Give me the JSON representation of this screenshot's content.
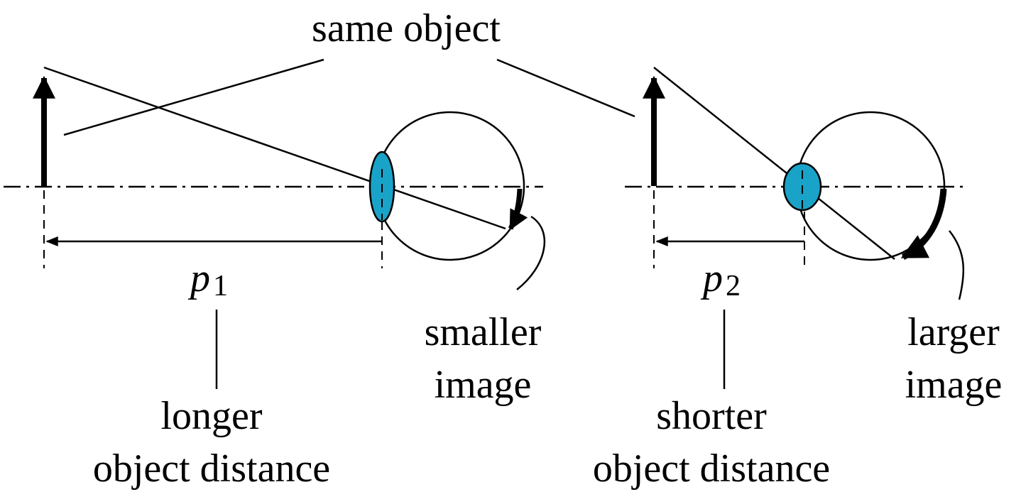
{
  "labels": {
    "same_object": "same object",
    "p1_symbol": "p",
    "p1_subscript": "1",
    "p2_symbol": "p",
    "p2_subscript": "2",
    "left_image_line1": "smaller",
    "left_image_line2": "image",
    "right_image_line1": "larger",
    "right_image_line2": "image",
    "left_distance_line1": "longer",
    "left_distance_line2": "object distance",
    "right_distance_line1": "shorter",
    "right_distance_line2": "object distance"
  },
  "colors": {
    "lens": "#1aa3c8",
    "ink": "#000000"
  }
}
